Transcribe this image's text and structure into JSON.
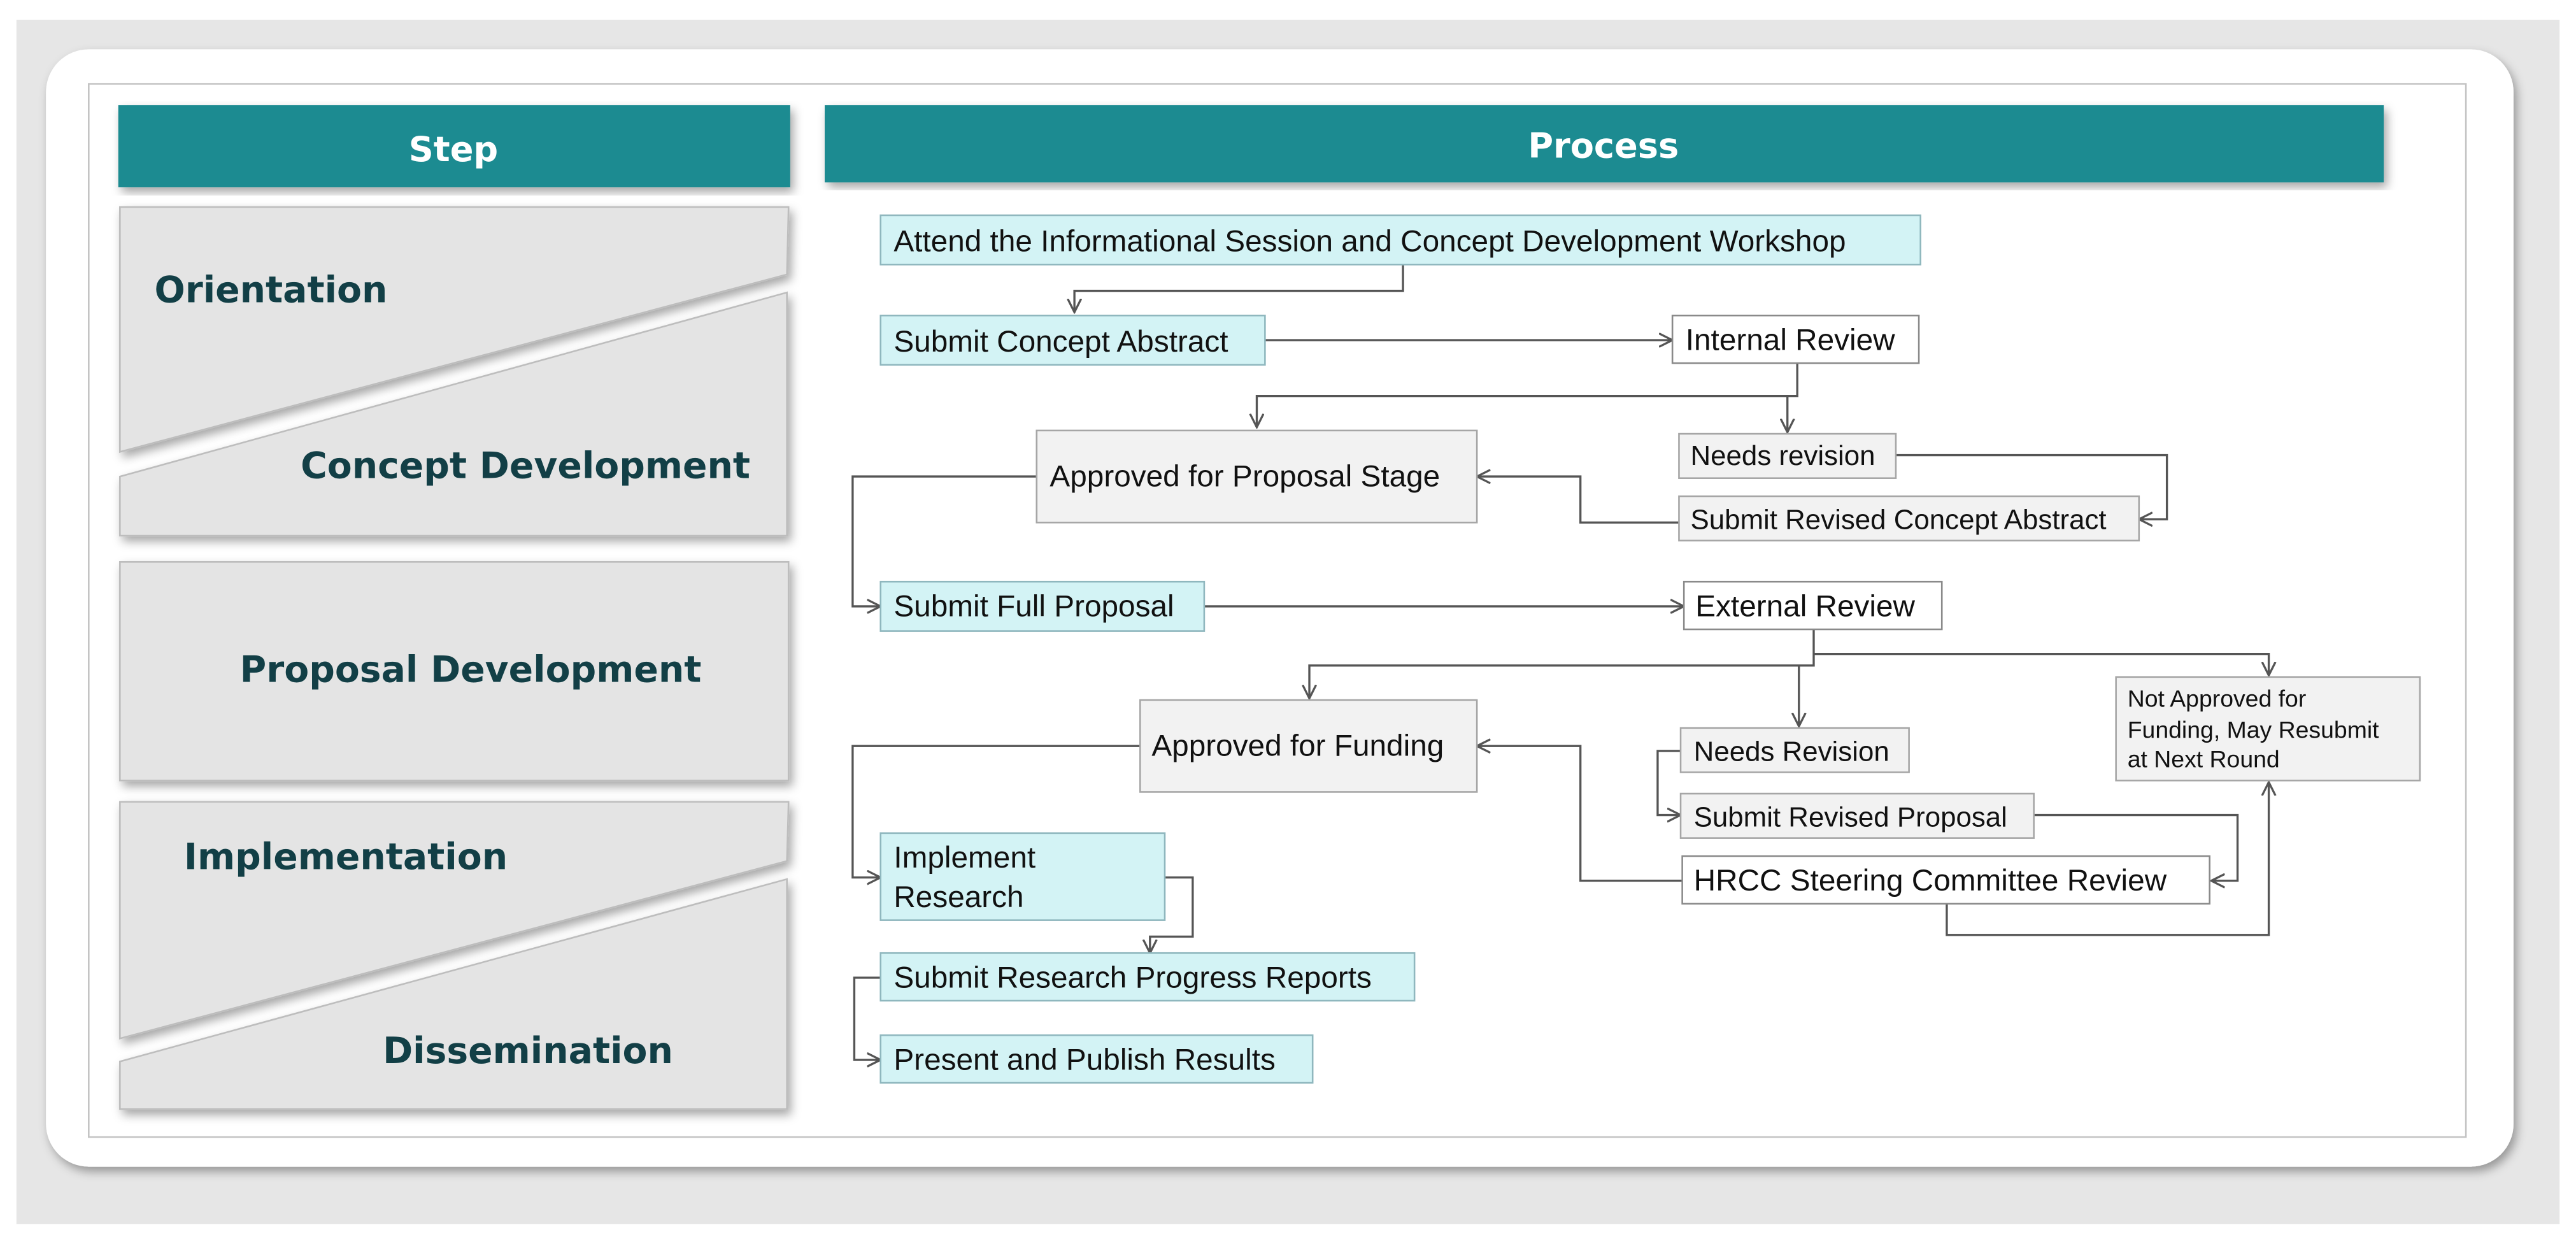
{
  "headers": {
    "step": "Step",
    "process": "Process"
  },
  "steps": {
    "orientation": "Orientation",
    "concept_development": "Concept Development",
    "proposal_development": "Proposal Development",
    "implementation": "Implementation",
    "dissemination": "Dissemination"
  },
  "boxes": {
    "attend_session": "Attend the Informational Session and Concept Development Workshop",
    "submit_concept_abstract": "Submit Concept Abstract",
    "internal_review": "Internal Review",
    "approved_proposal_stage": "Approved for Proposal Stage",
    "needs_revision_concept": "Needs revision",
    "submit_revised_concept_abstract": "Submit Revised Concept Abstract",
    "submit_full_proposal": "Submit Full Proposal",
    "external_review": "External Review",
    "approved_for_funding": "Approved for Funding",
    "needs_revision_proposal": "Needs Revision",
    "submit_revised_proposal": "Submit Revised Proposal",
    "hrcc_steering_review": "HRCC Steering Committee Review",
    "not_approved_line1": "Not Approved for",
    "not_approved_line2": "Funding, May Resubmit",
    "not_approved_line3": "at Next Round",
    "implement_research_line1": "Implement",
    "implement_research_line2": "Research",
    "submit_progress_reports": "Submit Research Progress Reports",
    "present_publish_results": "Present and Publish Results"
  },
  "colors": {
    "header_teal": "#1f8b91",
    "step_text": "#123f46",
    "cyan_box": "#d3f3f5",
    "grey_box": "#f2f2f2"
  }
}
